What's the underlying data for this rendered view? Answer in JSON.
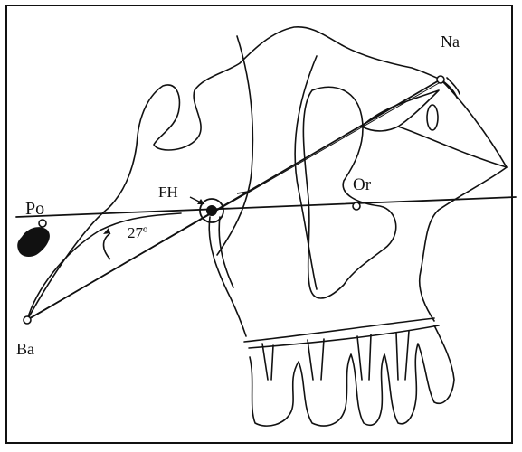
{
  "figure": {
    "labels": {
      "porion": "Po",
      "frankfort_horizontal": "FH",
      "angle": "27º",
      "nasion": "Na",
      "orbitale": "Or",
      "basion": "Ba"
    },
    "angle_value_degrees": 27,
    "colors": {
      "ink": "#111111",
      "background": "#ffffff"
    }
  }
}
